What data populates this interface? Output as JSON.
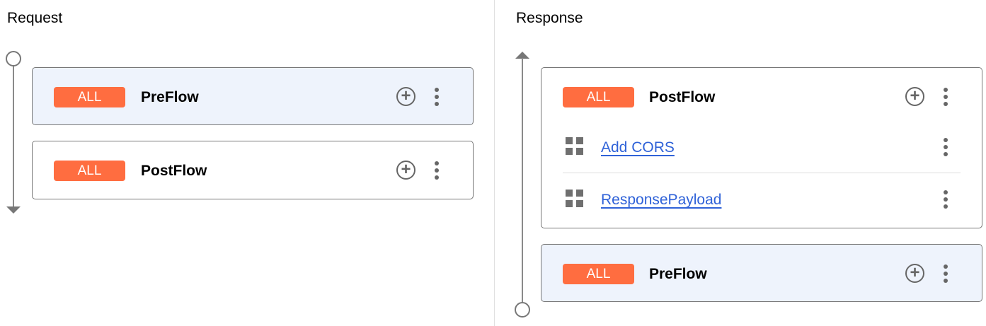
{
  "request": {
    "title": "Request",
    "flows": [
      {
        "badge": "ALL",
        "name": "PreFlow",
        "selected": true
      },
      {
        "badge": "ALL",
        "name": "PostFlow",
        "selected": false
      }
    ]
  },
  "response": {
    "title": "Response",
    "flows": [
      {
        "badge": "ALL",
        "name": "PostFlow",
        "selected": false,
        "steps": [
          "Add CORS",
          "ResponsePayload"
        ]
      },
      {
        "badge": "ALL",
        "name": "PreFlow",
        "selected": true
      }
    ]
  },
  "colors": {
    "badge": "#ff6d40",
    "link": "#2f62d8",
    "selected_bg": "#eef3fc"
  }
}
